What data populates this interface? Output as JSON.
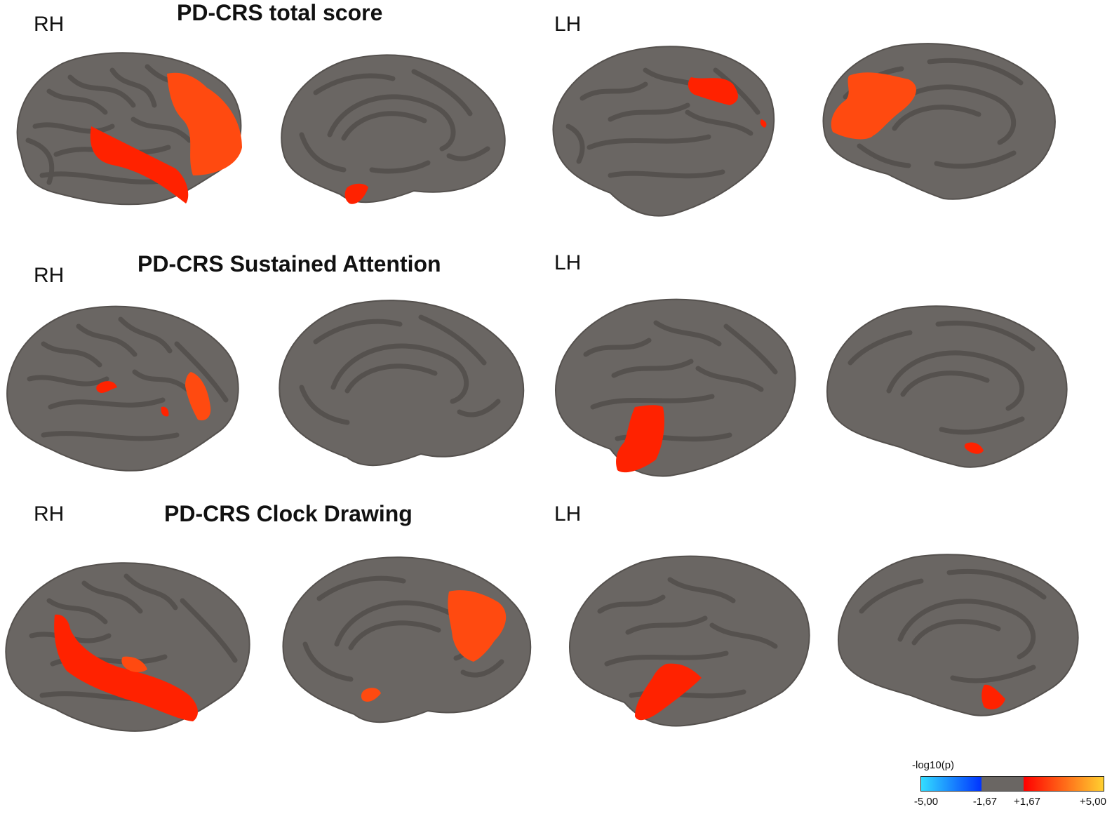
{
  "rows": [
    {
      "title": "PD-CRS total score",
      "right_label": "RH",
      "left_label": "LH"
    },
    {
      "title": "PD-CRS Sustained Attention",
      "right_label": "RH",
      "left_label": "LH"
    },
    {
      "title": "PD-CRS Clock Drawing",
      "right_label": "RH",
      "left_label": "LH"
    }
  ],
  "colors": {
    "cortex": "#6a6663",
    "sulci": "#55514e",
    "highlight": "#ff2200",
    "highlight_orange": "#ff4a10",
    "background": "#ffffff"
  },
  "legend": {
    "title": "-log10(p)",
    "ticks": [
      "-5,00",
      "-1,67",
      "+1,67",
      "+5,00"
    ],
    "gradient": {
      "negative": [
        "#33ddff",
        "#0033ff"
      ],
      "neutral": "#6a6663",
      "positive": [
        "#ff0000",
        "#ffd030"
      ]
    }
  }
}
